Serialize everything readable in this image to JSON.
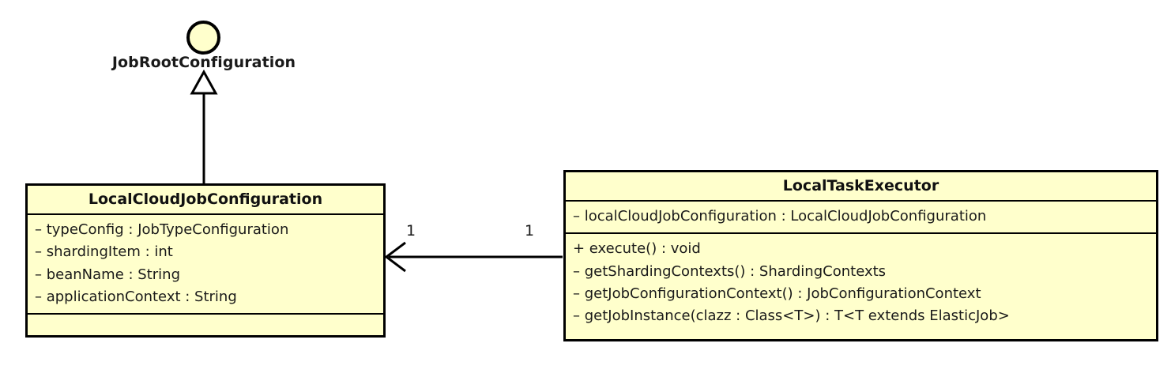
{
  "diagram": {
    "kind": "uml-class-diagram",
    "background_color": "#ffffff",
    "fill_color": "#ffffcc",
    "stroke_color": "#000000",
    "text_color": "#1a1a1a"
  },
  "interface_node": {
    "name": "JobRootConfiguration",
    "notation": "lollipop-circle"
  },
  "classes": [
    {
      "id": "local-cloud-job-configuration",
      "title": "LocalCloudJobConfiguration",
      "attributes": [
        "– typeConfig : JobTypeConfiguration",
        "– shardingItem : int",
        "– beanName : String",
        "– applicationContext : String"
      ],
      "methods": []
    },
    {
      "id": "local-task-executor",
      "title": "LocalTaskExecutor",
      "attributes": [
        "– localCloudJobConfiguration : LocalCloudJobConfiguration"
      ],
      "methods": [
        "+ execute() : void",
        "– getShardingContexts() : ShardingContexts",
        "– getJobConfigurationContext() : JobConfigurationContext",
        "– getJobInstance(clazz : Class<T>) : T<T extends ElasticJob>"
      ]
    }
  ],
  "relationships": [
    {
      "id": "realization",
      "type": "generalization",
      "from": "LocalCloudJobConfiguration",
      "to": "JobRootConfiguration",
      "arrow": "hollow-triangle"
    },
    {
      "id": "association",
      "type": "directed-association",
      "from": "LocalTaskExecutor",
      "to": "LocalCloudJobConfiguration",
      "arrow": "open-arrow",
      "source_multiplicity": "1",
      "target_multiplicity": "1"
    }
  ]
}
